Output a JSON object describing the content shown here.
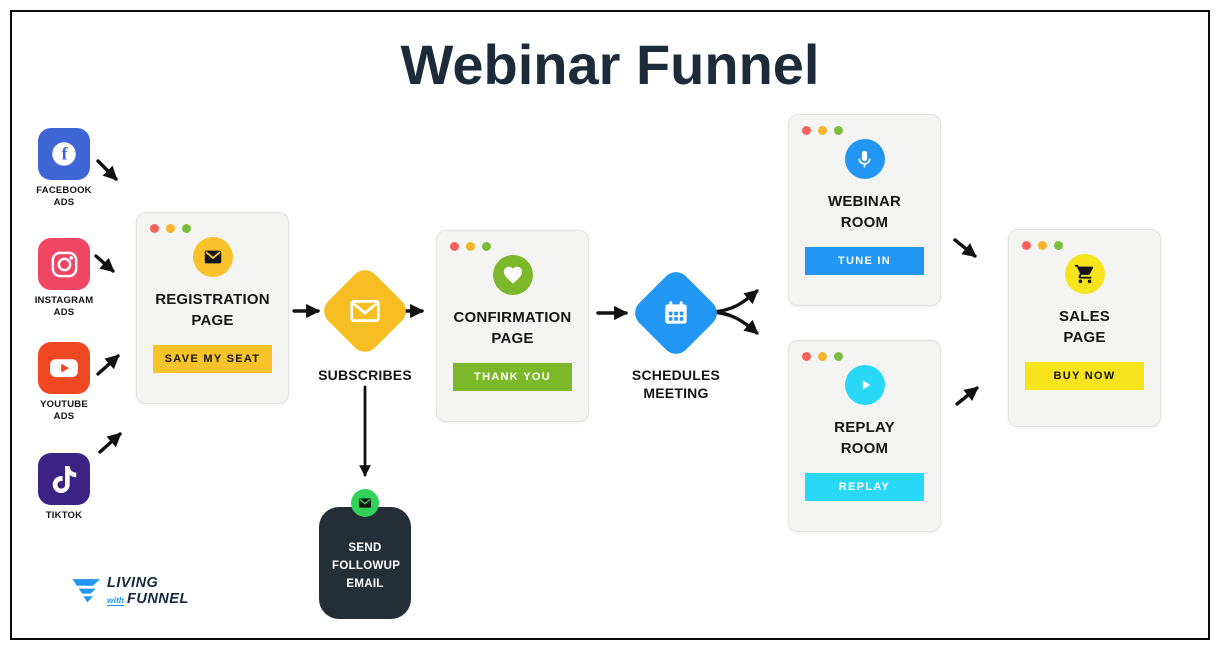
{
  "title": "Webinar Funnel",
  "sources": [
    {
      "label": "FACEBOOK ADS",
      "icon": "facebook-icon",
      "color": "#3D66D4"
    },
    {
      "label": "INSTAGRAM ADS",
      "icon": "instagram-icon",
      "color": "#EF4763"
    },
    {
      "label": "YOUTUBE ADS",
      "icon": "youtube-icon",
      "color": "#EF4823"
    },
    {
      "label": "TIKTOK",
      "icon": "tiktok-icon",
      "color": "#3B2483"
    }
  ],
  "cards": {
    "registration": {
      "title": "REGISTRATION PAGE",
      "button": "SAVE MY SEAT",
      "icon": "envelope-icon",
      "accent": "#F8C32A"
    },
    "confirmation": {
      "title": "CONFIRMATION PAGE",
      "button": "THANK YOU",
      "icon": "heart-icon",
      "accent": "#7CB829"
    },
    "webinar": {
      "title": "WEBINAR ROOM",
      "button": "TUNE IN",
      "icon": "microphone-icon",
      "accent": "#2196F3"
    },
    "replay": {
      "title": "REPLAY ROOM",
      "button": "REPLAY",
      "icon": "play-icon",
      "accent": "#29D8F6"
    },
    "sales": {
      "title": "SALES PAGE",
      "button": "BUY NOW",
      "icon": "cart-icon",
      "accent": "#F8E41D"
    }
  },
  "steps": {
    "subscribes": {
      "label": "SUBSCRIBES",
      "icon": "envelope-outline-icon",
      "color": "#F7BE23"
    },
    "schedules": {
      "label": "SCHEDULES MEETING",
      "icon": "calendar-icon",
      "color": "#2196F3"
    },
    "followup": {
      "label": "SEND FOLLOWUP EMAIL",
      "icon": "envelope-badge-icon",
      "bg": "#242E37",
      "badge_color": "#2FD158"
    }
  },
  "window_dots": [
    "#F4625A",
    "#F7B32B",
    "#7CBB3C"
  ],
  "logo": {
    "line1": "LIVING",
    "prefix": "with",
    "line2": "FUNNEL"
  }
}
